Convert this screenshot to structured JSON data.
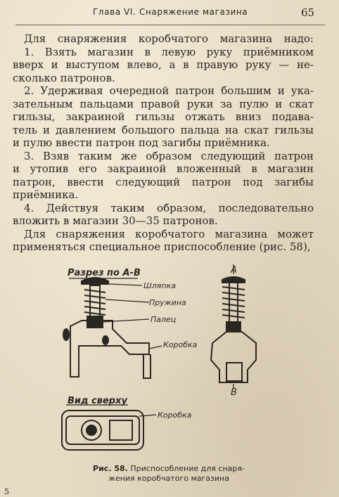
{
  "header": {
    "title": "Глава VI. Снаряжение магазина",
    "page_number": "65"
  },
  "body": {
    "lines": [
      "Для снаряжения коробчатого магазина надо:",
      "1. Взять магазин в левую руку приёмником",
      "вверх и выступом влево, а в правую руку — не-",
      "сколько патронов.",
      "2. Удерживая очередной патрон большим и ука-",
      "зательным пальцами правой руки за пулю и скат",
      "гильзы, закраиной гильзы отжать вниз подава-",
      "тель и давлением большого пальца на скат гильзы",
      "и пулю ввести патрон под загибы приёмника.",
      "3. Взяв таким же образом следующий патрон",
      "и утопив его закраиной вложенный в магазин",
      "патрон, ввести следующий патрон под загибы",
      "приёмника.",
      "4. Действуя таким образом, последовательно",
      "вложить в магазин 30—35 патронов.",
      "Для снаряжения коробчатого магазина может",
      "применяться специальное приспособление (рис. 58),"
    ]
  },
  "figure": {
    "section_label": "Разрез по А-В",
    "label_shlyapka": "Шляпка",
    "label_pruzhina": "Пружина",
    "label_palets": "Палец",
    "label_korobka_1": "Коробка",
    "label_a": "А",
    "label_v": "В",
    "top_view_label": "Вид сверху",
    "label_korobka_2": "Коробка"
  },
  "caption": {
    "number": "Рис. 58.",
    "text_line1": "Приспособление для снаря-",
    "text_line2": "жения коробчатого магазина"
  },
  "corner_number": "5",
  "colors": {
    "paper": "#e6dbc3",
    "ink": "#2a2622"
  }
}
